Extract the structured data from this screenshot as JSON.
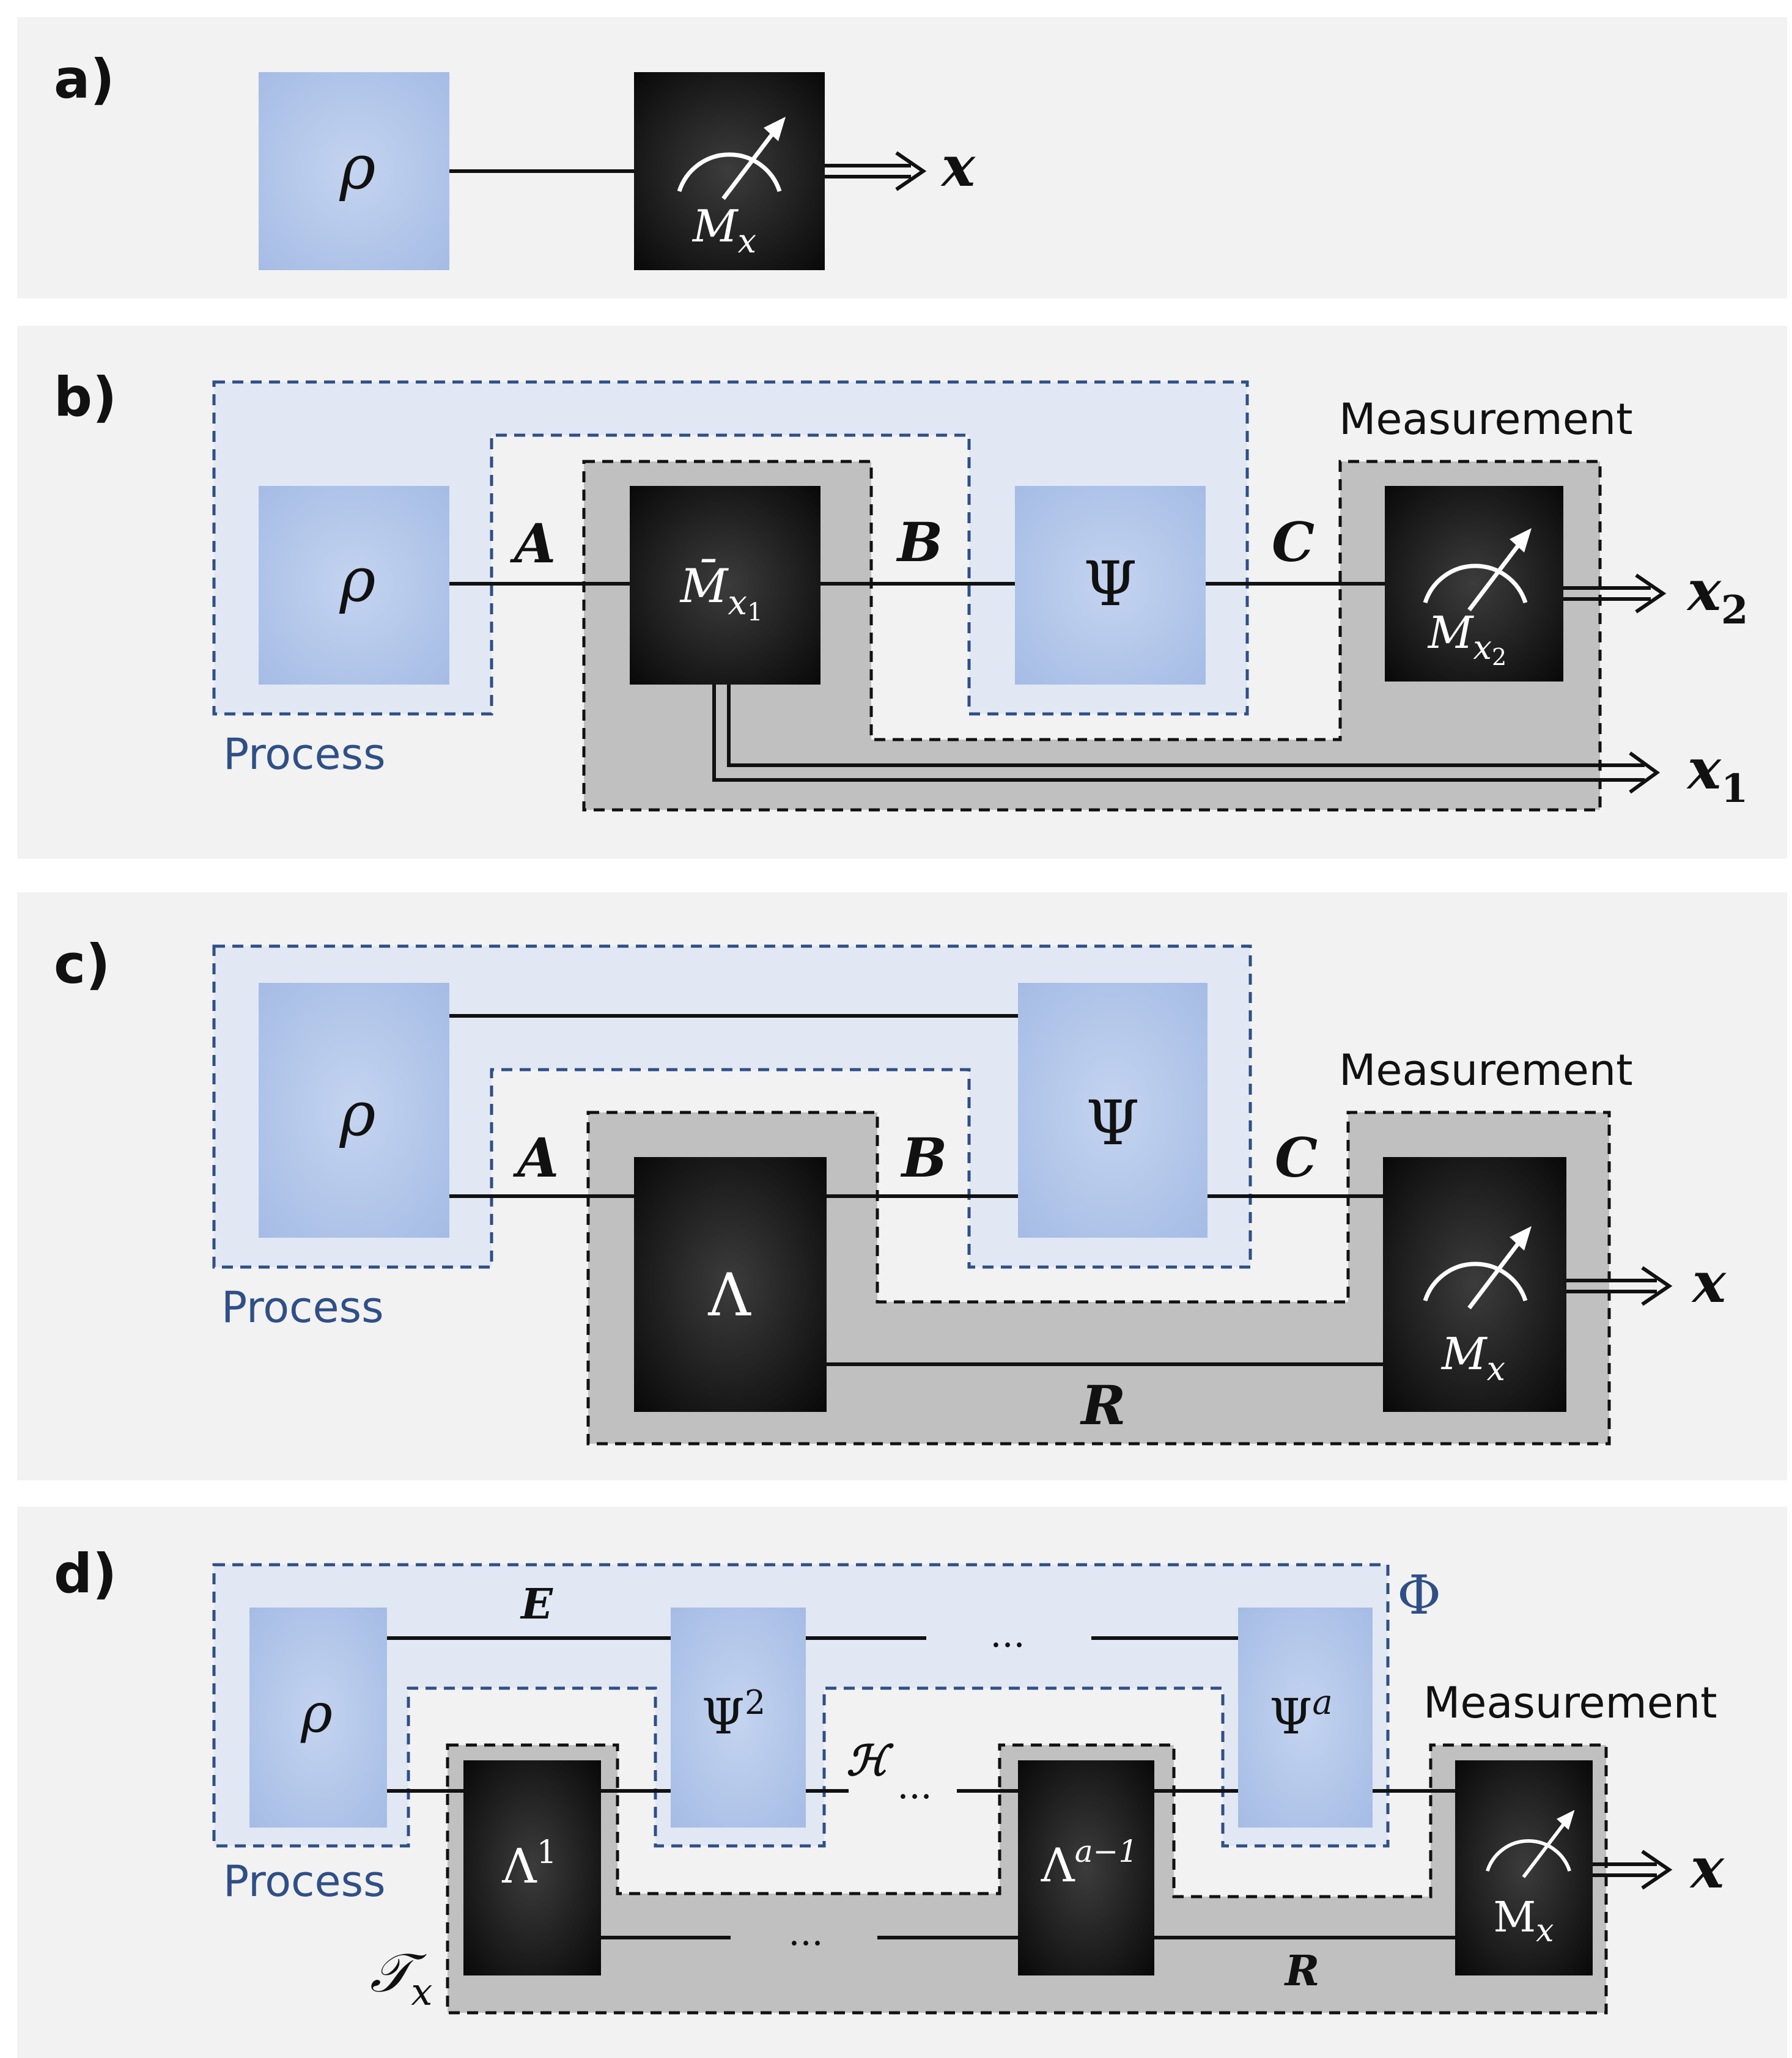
{
  "panels": [
    {
      "id": "a",
      "label": "a)"
    },
    {
      "id": "b",
      "label": "b)"
    },
    {
      "id": "c",
      "label": "c)"
    },
    {
      "id": "d",
      "label": "d)"
    }
  ],
  "colors": {
    "panel_bg": "#f2f2f2",
    "process_fill": "#e1e8f4",
    "process_border": "#2f4f86",
    "state_box": "#aec3e8",
    "device_fill": "#c0c0c0",
    "instrument_black": "#111111",
    "wire": "#111111"
  },
  "icons": {
    "meter": "measurement-meter-icon",
    "arrow": "double-arrow-icon"
  },
  "a": {
    "rho": "ρ",
    "meas_main": "M",
    "meas_sub": "x",
    "out": "x"
  },
  "b": {
    "process_label": "Process",
    "measurement_label": "Measurement",
    "rho": "ρ",
    "instrument_main": "M̄",
    "instrument_sub": "x",
    "instrument_subsub": "1",
    "psi": "Ψ",
    "meas_main": "M",
    "meas_sub": "x",
    "meas_subsub": "2",
    "wire_A": "A",
    "wire_B": "B",
    "wire_C": "C",
    "out2_main": "x",
    "out2_sub": "2",
    "out1_main": "x",
    "out1_sub": "1"
  },
  "c": {
    "process_label": "Process",
    "measurement_label": "Measurement",
    "rho": "ρ",
    "lambda": "Λ",
    "psi": "Ψ",
    "meas_main": "M",
    "meas_sub": "x",
    "wire_A": "A",
    "wire_B": "B",
    "wire_C": "C",
    "wire_R": "R",
    "out": "x"
  },
  "d": {
    "process_label": "Process",
    "measurement_label": "Measurement",
    "phi": "Φ",
    "rho": "ρ",
    "psi2_main": "Ψ",
    "psi2_sup": "2",
    "psia_main": "Ψ",
    "psia_sup": "a",
    "lambda1_main": "Λ",
    "lambda1_sup": "1",
    "lambdaa_main": "Λ",
    "lambdaa_sup": "a−1",
    "meas_main": "M",
    "meas_sub": "x",
    "wire_E": "E",
    "wire_H": "ℋ",
    "wire_R": "R",
    "dots": "...",
    "tester_main": "𝒯",
    "tester_sub": "x",
    "out": "x"
  }
}
